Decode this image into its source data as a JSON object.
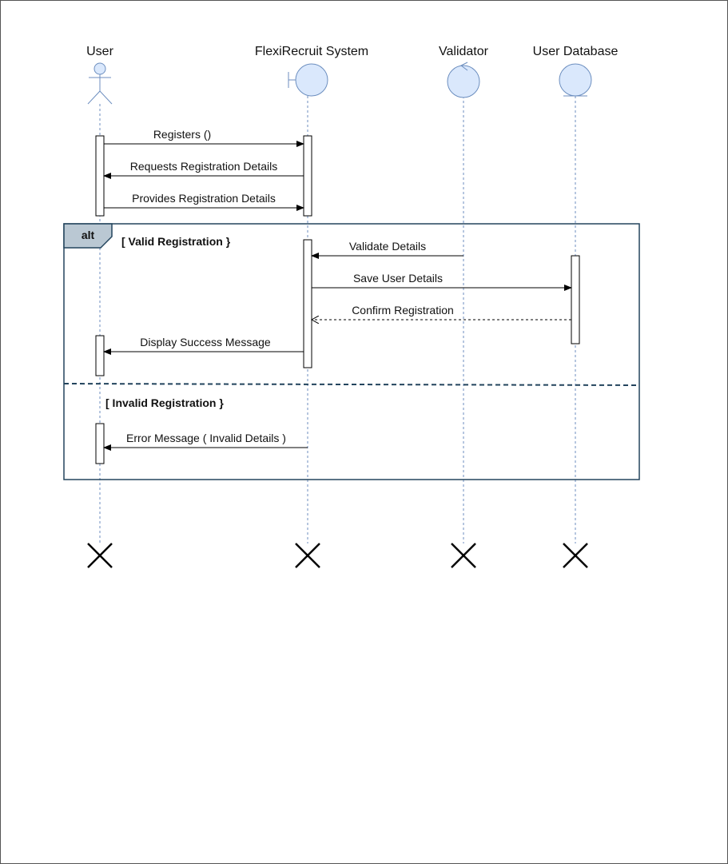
{
  "colors": {
    "lifeline": "#6c8ebf",
    "participant_fill": "#dae8fc",
    "participant_stroke": "#6c8ebf",
    "frame_stroke": "#23445d",
    "frame_tab_fill": "#bac8d3",
    "line": "#000000"
  },
  "participants": {
    "user": {
      "name": "User",
      "shape": "actor-icon"
    },
    "system": {
      "name": "FlexiRecruit System",
      "shape": "boundary-icon"
    },
    "validator": {
      "name": "Validator",
      "shape": "control-icon"
    },
    "database": {
      "name": "User Database",
      "shape": "entity-icon"
    }
  },
  "messages": {
    "m1": {
      "label": "Registers ()",
      "from": "User",
      "to": "FlexiRecruit System",
      "style": "sync"
    },
    "m2": {
      "label": "Requests Registration Details",
      "from": "FlexiRecruit System",
      "to": "User",
      "style": "sync"
    },
    "m3": {
      "label": "Provides Registration Details",
      "from": "User",
      "to": "FlexiRecruit System",
      "style": "sync"
    },
    "m4": {
      "label": "Validate Details",
      "from": "Validator",
      "to": "FlexiRecruit System",
      "style": "sync"
    },
    "m5": {
      "label": "Save User Details",
      "from": "FlexiRecruit System",
      "to": "User Database",
      "style": "sync"
    },
    "m6": {
      "label": "Confirm Registration",
      "from": "User Database",
      "to": "FlexiRecruit System",
      "style": "return"
    },
    "m7": {
      "label": "Display Success Message",
      "from": "FlexiRecruit System",
      "to": "User",
      "style": "sync"
    },
    "m8": {
      "label": "Error Message ( Invalid Details )",
      "from": "FlexiRecruit System",
      "to": "User",
      "style": "sync"
    }
  },
  "alt_fragment": {
    "operator": "alt",
    "guard_valid": "[ Valid Registration }",
    "guard_invalid": "[ Invalid Registration }"
  }
}
